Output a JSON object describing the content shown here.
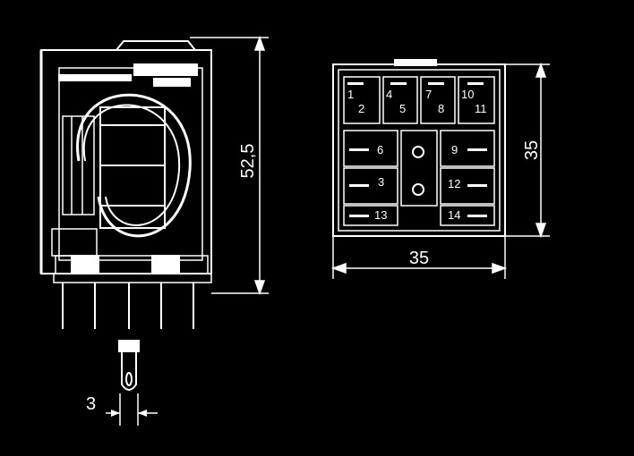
{
  "dimensions": {
    "height": "52,5",
    "width": "35",
    "depth": "35",
    "pin_width": "3"
  },
  "pins": {
    "p1": "1",
    "p2": "2",
    "p4": "4",
    "p5": "5",
    "p7": "7",
    "p8": "8",
    "p10": "10",
    "p11": "11",
    "p6": "6",
    "p9": "9",
    "p3": "3",
    "p12": "12",
    "p13": "13",
    "p14": "14"
  },
  "colors": {
    "background": "#000000",
    "line": "#ffffff"
  }
}
